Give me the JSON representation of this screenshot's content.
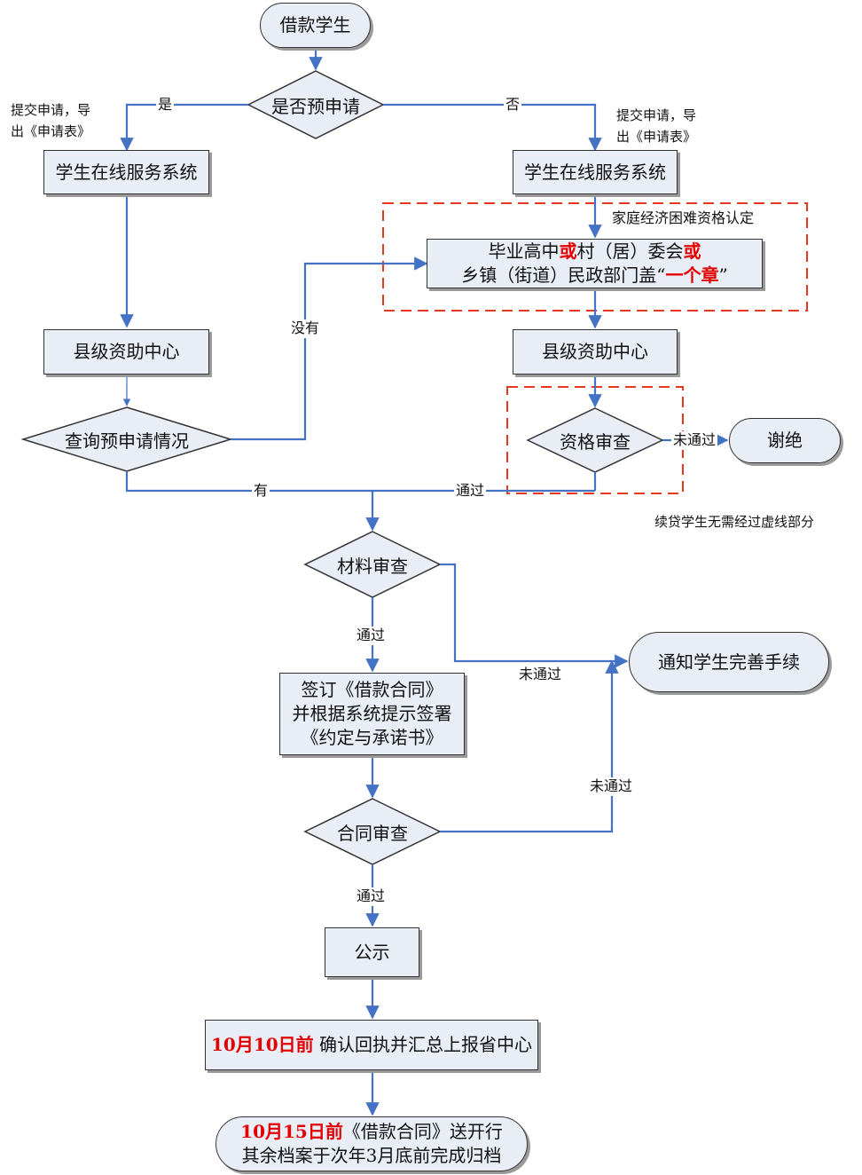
{
  "colors": {
    "fill": "#E8EDF6",
    "arrow": "#4472C4",
    "dash": "#E5391E",
    "emphasis": "#E30000"
  },
  "nodes": {
    "start": "借款学生",
    "pre_apply": "是否预申请",
    "sys_left": "学生在线服务系统",
    "sys_right": "学生在线服务系统",
    "stamp_line1_a": "毕业高中",
    "stamp_line1_or1": "或",
    "stamp_line1_b": "村（居）委会",
    "stamp_line1_or2": "或",
    "stamp_line2_a": "乡镇（街道）民政部门盖“",
    "stamp_line2_red": "一个章",
    "stamp_line2_b": "”",
    "county_left": "县级资助中心",
    "county_right": "县级资助中心",
    "query": "查询预申请情况",
    "qual_review": "资格审查",
    "reject": "谢绝",
    "material_review": "材料审查",
    "notify": "通知学生完善手续",
    "sign_line1": "签订《借款合同》",
    "sign_line2": "并根据系统提示签署",
    "sign_line3": "《约定与承诺书》",
    "contract_review": "合同审查",
    "publicity": "公示",
    "confirm_red": "10月10日前",
    "confirm_text": " 确认回执并汇总上报省中心",
    "final_red": "10月15日前",
    "final_text1": "《借款合同》送开行",
    "final_text2": "其余档案于次年3月底前完成归档"
  },
  "labels": {
    "yes": "是",
    "no": "否",
    "submit_left_1": "提交申请，导",
    "submit_left_2": "出《申请表》",
    "submit_right_1": "提交申请，导",
    "submit_right_2": "出《申请表》",
    "family_cert": "家庭经济困难资格认定",
    "none": "没有",
    "has": "有",
    "pass_qual": "通过",
    "fail_qual": "未通过",
    "renewal_note": "续贷学生无需经过虚线部分",
    "pass_material": "通过",
    "fail_material": "未通过",
    "fail_contract": "未通过",
    "pass_contract": "通过"
  }
}
